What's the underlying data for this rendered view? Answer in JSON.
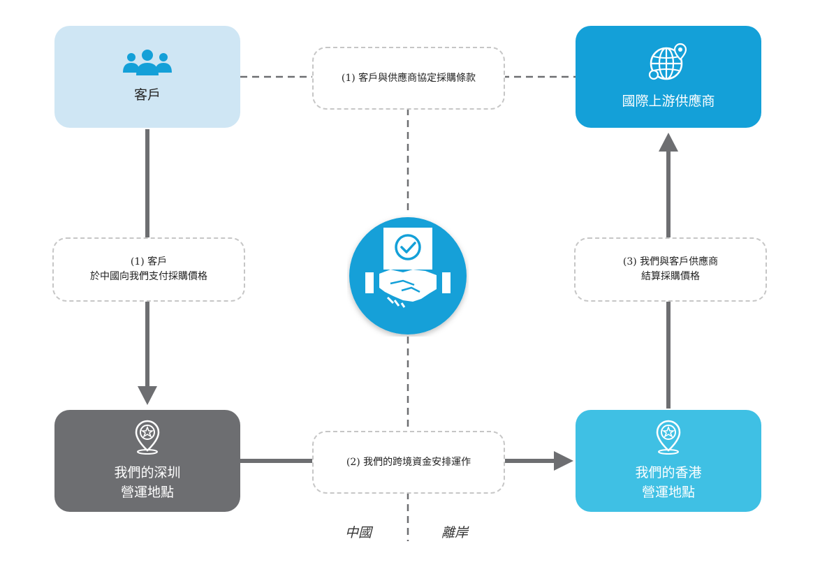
{
  "nodes": {
    "customer": {
      "label": "客戶"
    },
    "supplier": {
      "label": "國際上游供應商"
    },
    "shenzhen": {
      "line1": "我們的深圳",
      "line2": "營運地點"
    },
    "hongkong": {
      "line1": "我們的香港",
      "line2": "營運地點"
    }
  },
  "notes": {
    "top": {
      "text": "(1) 客戶與供應商協定採購條款"
    },
    "left": {
      "line1": "(1) 客戶",
      "line2": "於中國向我們支付採購價格"
    },
    "right": {
      "line1": "(3) 我們與客戶供應商",
      "line2": "結算採購價格"
    },
    "bottom": {
      "text": "(2) 我們的跨境資金安排運作"
    }
  },
  "regions": {
    "china": "中國",
    "offshore": "離岸"
  },
  "colors": {
    "customer_box": "#cfe6f4",
    "supplier_box": "#14a0d8",
    "shenzhen_box": "#6d6e71",
    "hongkong_box": "#3fc0e4",
    "arrow": "#6d6e71",
    "dashed": "#6d6e71",
    "emblem": "#14a0d8"
  },
  "icons": {
    "customer": "people-group-icon",
    "supplier": "globe-location-icon",
    "shenzhen": "location-pin-star-icon",
    "hongkong": "location-pin-star-icon",
    "center": "handshake-agreement-icon"
  }
}
